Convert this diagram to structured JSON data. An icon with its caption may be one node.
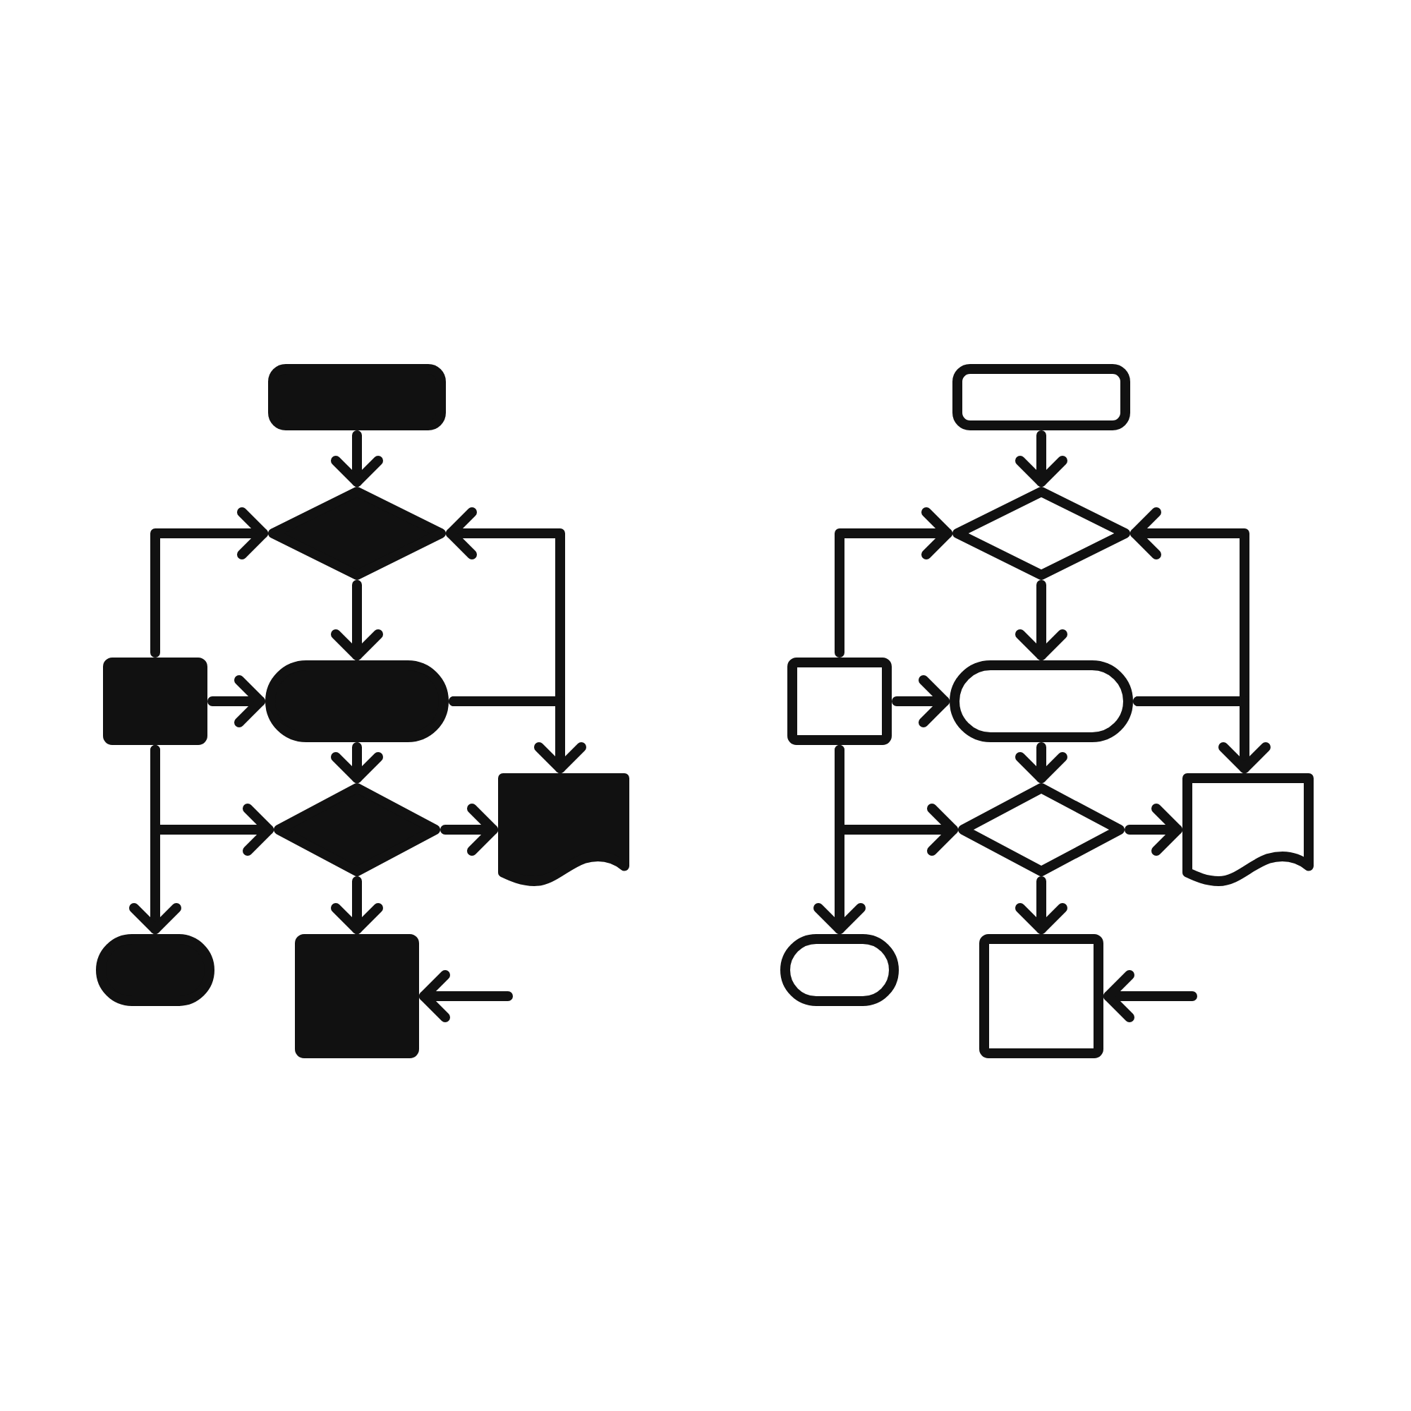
{
  "diagram": {
    "nodes": [
      {
        "text": [],
        "shape": "box"
      },
      {
        "text": [],
        "shape": "diamond"
      },
      {
        "text": [],
        "shape": "box"
      },
      {
        "text": [],
        "shape": "pill"
      },
      {
        "text": [],
        "shape": "diamond"
      },
      {
        "text": [],
        "shape": "document"
      },
      {
        "text": [],
        "shape": "pill"
      },
      {
        "text": [],
        "shape": "box"
      },
      {
        "text": [],
        "shape": "box"
      },
      {
        "text": [],
        "shape": "diamond"
      },
      {
        "text": [],
        "shape": "box"
      },
      {
        "text": [],
        "shape": "pill"
      },
      {
        "text": [],
        "shape": "diamond"
      },
      {
        "text": [],
        "shape": "document"
      },
      {
        "text": [],
        "shape": "pill"
      },
      {
        "text": [],
        "shape": "box"
      }
    ],
    "edges": [
      {
        "from": 0,
        "to": 1,
        "arrow": "to"
      },
      {
        "from": 2,
        "to": 1,
        "arrow": "to"
      },
      {
        "from": 3,
        "to": 1,
        "arrow": "to"
      },
      {
        "from": 1,
        "to": 3,
        "arrow": "to"
      },
      {
        "from": 2,
        "to": 3,
        "arrow": "to"
      },
      {
        "from": 3,
        "to": 5,
        "arrow": "to"
      },
      {
        "from": 3,
        "to": 4,
        "arrow": "to"
      },
      {
        "from": 2,
        "to": 4,
        "arrow": "to"
      },
      {
        "from": 2,
        "to": 6,
        "arrow": "to"
      },
      {
        "from": 4,
        "to": 5,
        "arrow": "to"
      },
      {
        "from": 4,
        "to": 7,
        "arrow": "to"
      },
      {
        "from": null,
        "to": 7,
        "arrow": "to"
      },
      {
        "from": 8,
        "to": 9,
        "arrow": "to"
      },
      {
        "from": 10,
        "to": 9,
        "arrow": "to"
      },
      {
        "from": 11,
        "to": 9,
        "arrow": "to"
      },
      {
        "from": 9,
        "to": 11,
        "arrow": "to"
      },
      {
        "from": 10,
        "to": 11,
        "arrow": "to"
      },
      {
        "from": 11,
        "to": 13,
        "arrow": "to"
      },
      {
        "from": 11,
        "to": 12,
        "arrow": "to"
      },
      {
        "from": 10,
        "to": 12,
        "arrow": "to"
      },
      {
        "from": 10,
        "to": 14,
        "arrow": "to"
      },
      {
        "from": 12,
        "to": 13,
        "arrow": "to"
      },
      {
        "from": 12,
        "to": 15,
        "arrow": "to"
      },
      {
        "from": null,
        "to": 15,
        "arrow": "to"
      }
    ]
  }
}
